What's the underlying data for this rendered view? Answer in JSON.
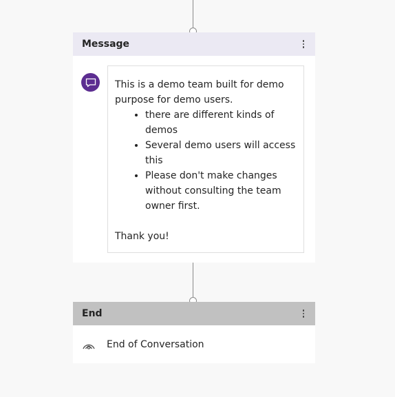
{
  "message_node": {
    "title": "Message",
    "more_icon": "more-vertical-icon",
    "avatar_icon": "chat-bubble-icon",
    "avatar_color": "#5c2d91",
    "intro": "This is a demo team built for demo purpose for demo users.",
    "bullets": [
      "there are different kinds of demos",
      "Several demo users will access this",
      "Please don't make changes without consulting the team owner first."
    ],
    "closing": "Thank you!"
  },
  "end_node": {
    "title": "End",
    "more_icon": "more-vertical-icon",
    "label": "End of Conversation",
    "icon": "end-conversation-icon"
  },
  "colors": {
    "message_header": "#ebe9f3",
    "end_header": "#c1c1c1",
    "canvas": "#f8f8f8"
  }
}
